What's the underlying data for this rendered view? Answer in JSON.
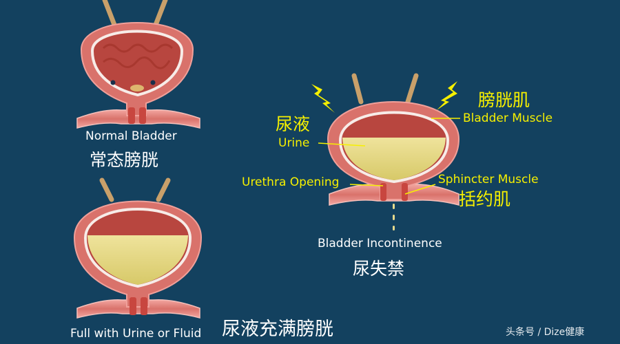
{
  "top_left": {
    "caption_en": "Normal Bladder",
    "caption_cn": "常态膀胱"
  },
  "bottom_left": {
    "caption_en": "Full with Urine or Fluid",
    "caption_cn": "尿液充满膀胱"
  },
  "right": {
    "urine_cn": "尿液",
    "urine_en": "Urine",
    "muscle_cn": "膀胱肌",
    "muscle_en": "Bladder Muscle",
    "urethra_en": "Urethra Opening",
    "sphincter_en": "Sphincter Muscle",
    "sphincter_cn": "括约肌",
    "caption_en": "Bladder Incontinence",
    "caption_cn": "尿失禁"
  },
  "watermark": "头条号 / Dize健康",
  "colors": {
    "background": "#13415f",
    "bladder_wall": "#d9726b",
    "bladder_inner": "#b8463f",
    "urine": "#e6da8e",
    "label_yellow": "#f6f000",
    "ureter": "#c9a06a"
  }
}
